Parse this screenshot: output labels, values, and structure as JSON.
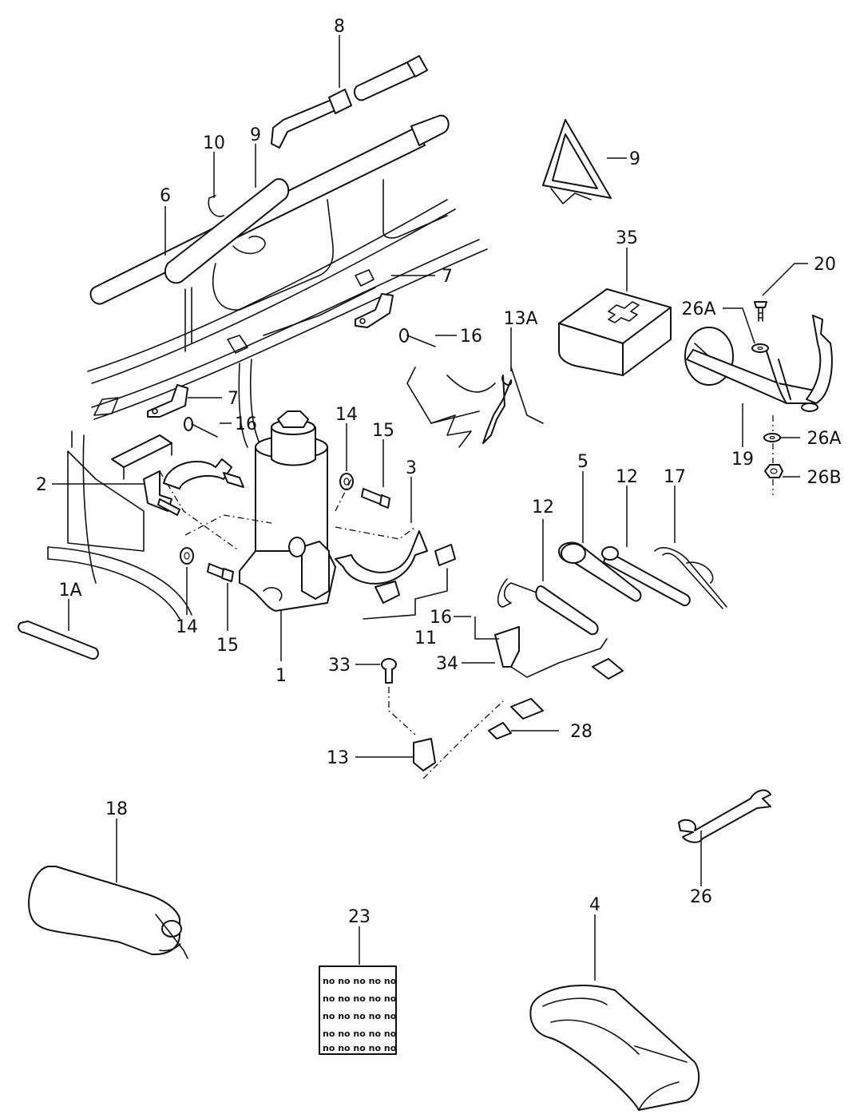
{
  "callouts": {
    "c8": "8",
    "c10": "10",
    "c9a": "9",
    "c9b": "9",
    "c6": "6",
    "c35": "35",
    "c20": "20",
    "c7a": "7",
    "c7b": "7",
    "c13A": "13A",
    "c26Aa": "26A",
    "c26Ab": "26A",
    "c26B": "26B",
    "c16a": "16",
    "c16b": "16",
    "c16c": "16",
    "c14a": "14",
    "c14b": "14",
    "c15a": "15",
    "c15b": "15",
    "c3": "3",
    "c2": "2",
    "c19": "19",
    "c5": "5",
    "c12a": "12",
    "c12b": "12",
    "c17": "17",
    "c1A": "1A",
    "c1": "1",
    "c11": "11",
    "c33": "33",
    "c34": "34",
    "c13": "13",
    "c28": "28",
    "c18": "18",
    "c26": "26",
    "c23": "23",
    "c4": "4"
  },
  "sticker": {
    "rows": [
      "no no no no no",
      "no no no no no",
      "no no no no no",
      "no no no no no",
      "no no no no no"
    ]
  }
}
